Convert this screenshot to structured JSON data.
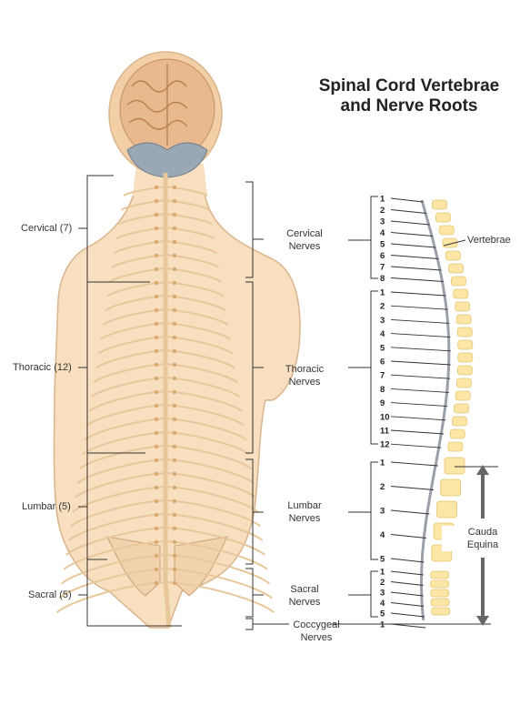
{
  "title": {
    "line1": "Spinal Cord Vertebrae",
    "line2": "and Nerve Roots"
  },
  "left_labels": {
    "cervical": "Cervical (7)",
    "thoracic": "Thoracic (12)",
    "lumbar": "Lumbar (5)",
    "sacral": "Sacral (5)"
  },
  "nerve_labels": {
    "cervical": [
      "Cervical",
      "Nerves"
    ],
    "thoracic": [
      "Thoracic",
      "Nerves"
    ],
    "lumbar": [
      "Lumbar",
      "Nerves"
    ],
    "sacral": [
      "Sacral",
      "Nerves"
    ],
    "coccygeal": [
      "Coccygeal",
      "Nerves"
    ]
  },
  "vertebrae_label": "Vertebrae",
  "cauda_label": [
    "Cauda",
    "Equina"
  ],
  "colors": {
    "skin": "#f7dfbf",
    "skin_edge": "#d9b48c",
    "brain": "#e9b98e",
    "nerve": "#e8c79a",
    "vertebra": "#fbe6a6",
    "line": "#333333",
    "spine_gray": "#9aa0a8"
  },
  "number_groups": {
    "cervical": [
      "1",
      "2",
      "3",
      "4",
      "5",
      "6",
      "7",
      "8"
    ],
    "thoracic": [
      "1",
      "2",
      "3",
      "4",
      "5",
      "6",
      "7",
      "8",
      "9",
      "10",
      "11",
      "12"
    ],
    "lumbar": [
      "1",
      "2",
      "3",
      "4",
      "5"
    ],
    "sacral": [
      "1",
      "2",
      "3",
      "4",
      "5"
    ],
    "coccygeal": [
      "1"
    ]
  }
}
